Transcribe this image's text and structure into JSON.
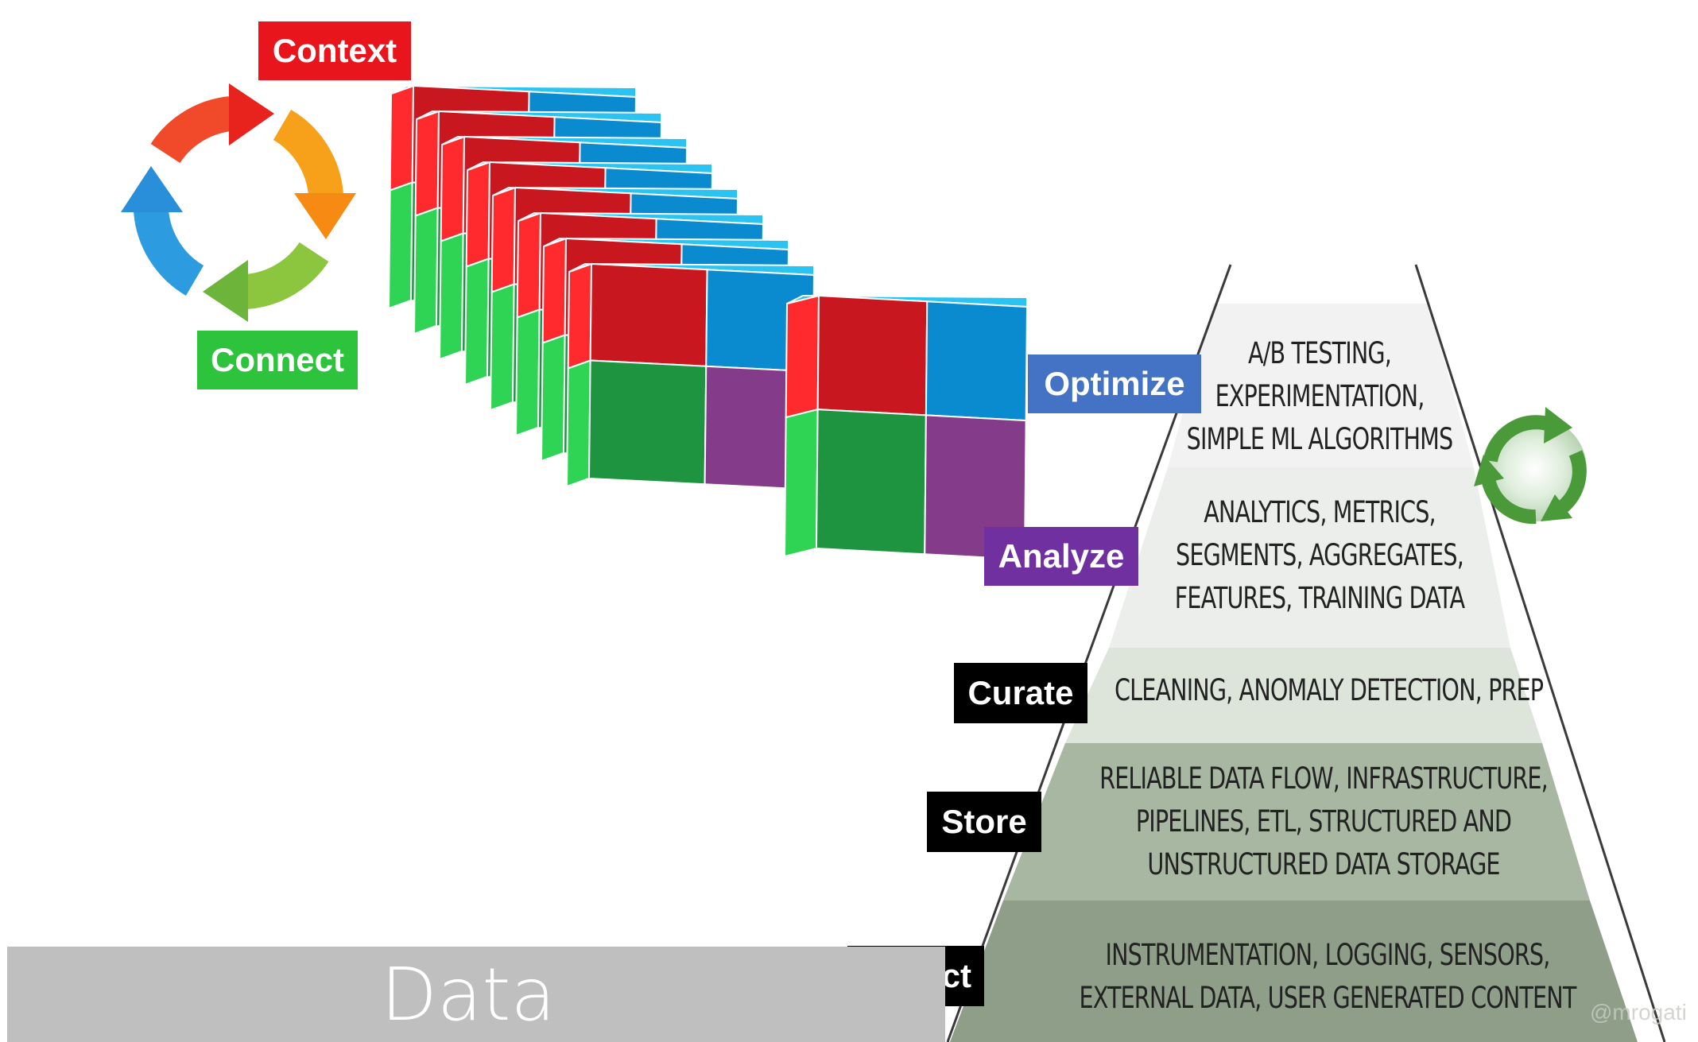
{
  "labels": {
    "context": "Context",
    "connect": "Connect",
    "optimize": "Optimize",
    "analyze": "Analyze",
    "curate": "Curate",
    "store": "Store",
    "collect": "Collect"
  },
  "data_bar": "Data",
  "pyramid": {
    "tiers": [
      {
        "lines": [
          "A/B TESTING,",
          "EXPERIMENTATION,",
          "SIMPLE ML ALGORITHMS"
        ]
      },
      {
        "lines": [
          "ANALYTICS, METRICS,",
          "SEGMENTS, AGGREGATES,",
          "FEATURES, TRAINING DATA"
        ]
      },
      {
        "lines": [
          "CLEANING, ANOMALY DETECTION, PREP"
        ]
      },
      {
        "lines": [
          "RELIABLE DATA FLOW, INFRASTRUCTURE,",
          "PIPELINES, ETL, STRUCTURED AND",
          "UNSTRUCTURED DATA STORAGE"
        ]
      },
      {
        "lines": [
          "INSTRUMENTATION, LOGGING, SENSORS,",
          "EXTERNAL DATA, USER GENERATED CONTENT"
        ]
      }
    ],
    "watermark": "@mrogati"
  },
  "colors": {
    "context": "#e8151c",
    "connect": "#2ec33d",
    "optimize": "#4472c4",
    "analyze": "#7030a0",
    "black_label": "#000000",
    "cube_red": "#c8171e",
    "cube_blue": "#0a8bd0",
    "cube_green": "#1f9440",
    "cube_purple": "#843c8a"
  },
  "icons": {
    "cycle": "four-arrow-cycle-icon",
    "recycle": "green-recycle-icon"
  }
}
